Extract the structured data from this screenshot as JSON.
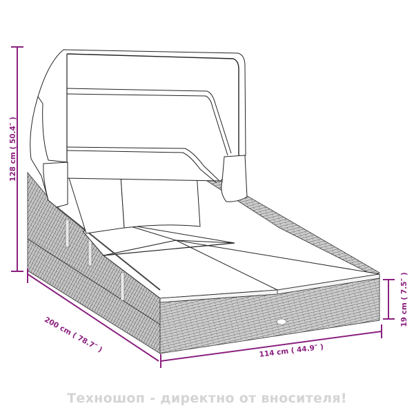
{
  "product": {
    "name": "Outdoor rattan daybed with canopy and cushions",
    "view": "isometric line drawing"
  },
  "colors": {
    "dimension_line": "#8a1f7e",
    "drawing_line": "#222222",
    "wicker_fill": "#8c8c8c",
    "watermark": "#d4d4d4",
    "background": "#ffffff"
  },
  "dimensions": {
    "height_total": {
      "label": "128 cm ( 50.4″ )",
      "value_cm": 128,
      "value_in": 50.4
    },
    "depth": {
      "label": "200 cm ( 78.7″ )",
      "value_cm": 200,
      "value_in": 78.7
    },
    "width": {
      "label": "114 cm ( 44.9″ )",
      "value_cm": 114,
      "value_in": 44.9
    },
    "seat_height": {
      "label": "19 cm ( 7.5″ )",
      "value_cm": 19,
      "value_in": 7.5
    }
  },
  "watermark": {
    "text": "Техношоп - директно от вносителя!"
  }
}
